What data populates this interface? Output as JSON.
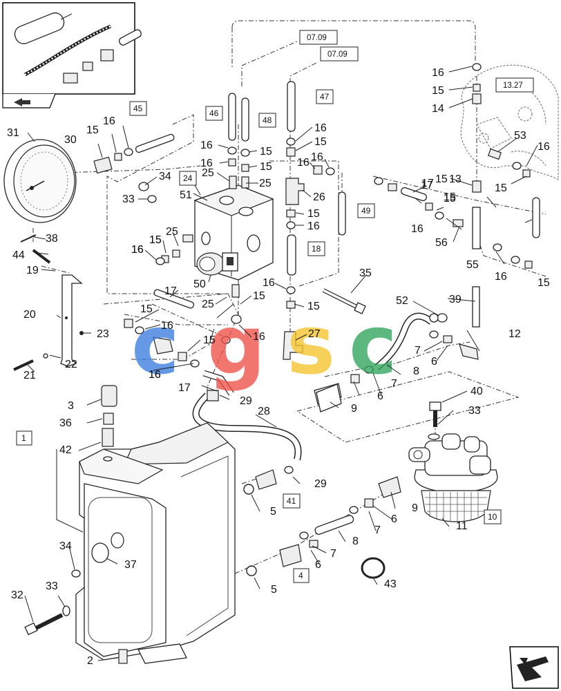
{
  "reference_tags": [
    "07.09",
    "07.09",
    "13.27"
  ],
  "callouts": {
    "plain": [
      "16",
      "15",
      "14",
      "31",
      "30",
      "15",
      "16",
      "16",
      "16",
      "15",
      "15",
      "16",
      "15",
      "16",
      "16",
      "15",
      "13",
      "53",
      "16",
      "15",
      "17",
      "34",
      "33",
      "25",
      "25",
      "51",
      "26",
      "15",
      "15",
      "16",
      "17",
      "16",
      "15",
      "56",
      "25",
      "15",
      "16",
      "55",
      "16",
      "15",
      "44",
      "38",
      "19",
      "16",
      "15",
      "50",
      "25",
      "15",
      "16",
      "15",
      "35",
      "39",
      "52",
      "17",
      "15",
      "16",
      "15",
      "16",
      "20",
      "27",
      "16",
      "7",
      "12",
      "23",
      "6",
      "22",
      "16",
      "8",
      "21",
      "7",
      "6",
      "17",
      "29",
      "9",
      "40",
      "3",
      "28",
      "33",
      "36",
      "42",
      "29",
      "5",
      "9",
      "7",
      "6",
      "8",
      "7",
      "34",
      "37",
      "6",
      "5",
      "33",
      "43",
      "32",
      "11",
      "2"
    ],
    "boxed": [
      "45",
      "46",
      "48",
      "47",
      "24",
      "49",
      "18",
      "1",
      "41",
      "4",
      "10"
    ]
  },
  "watermark": {
    "letters": [
      "c",
      "g",
      "s",
      "c"
    ],
    "colors": [
      "#3a7de0",
      "#ef5048",
      "#f6c42b",
      "#2fa55a"
    ]
  },
  "icons": [
    "inset-kit-parts-icon",
    "page-back-arrow-icon",
    "page-forward-arrow-icon"
  ]
}
